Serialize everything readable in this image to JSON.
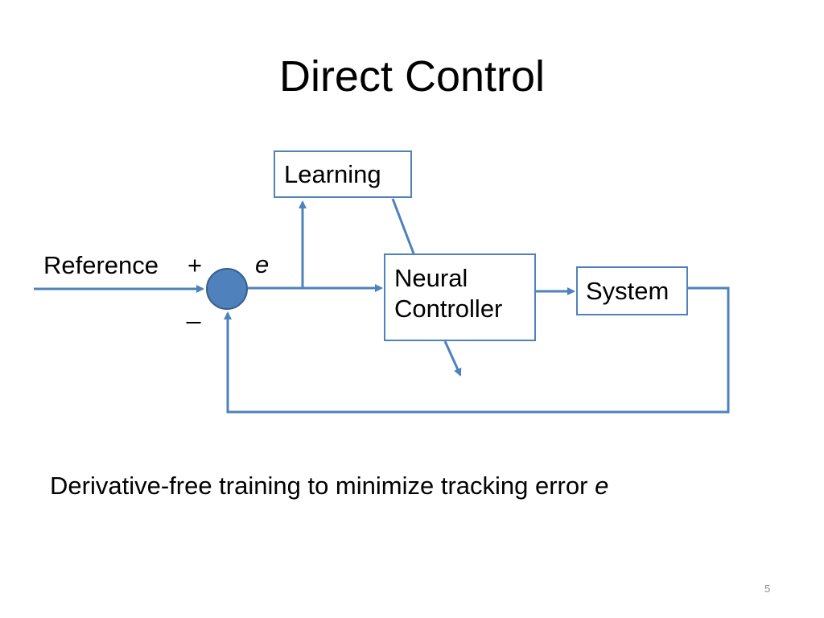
{
  "slide": {
    "title": "Direct Control",
    "page_number": "5"
  },
  "diagram": {
    "blocks": {
      "learning": "Learning",
      "controller_line1": "Neural",
      "controller_line2": "Controller",
      "system": "System"
    },
    "labels": {
      "reference": "Reference",
      "plus": "+",
      "minus": "_",
      "error": "e"
    },
    "colors": {
      "stroke": "#4f81bd",
      "junction_fill": "#4f81bd",
      "junction_stroke": "#385d8a"
    }
  },
  "caption": {
    "text": "Derivative-free training to minimize tracking error ",
    "variable": "e"
  }
}
